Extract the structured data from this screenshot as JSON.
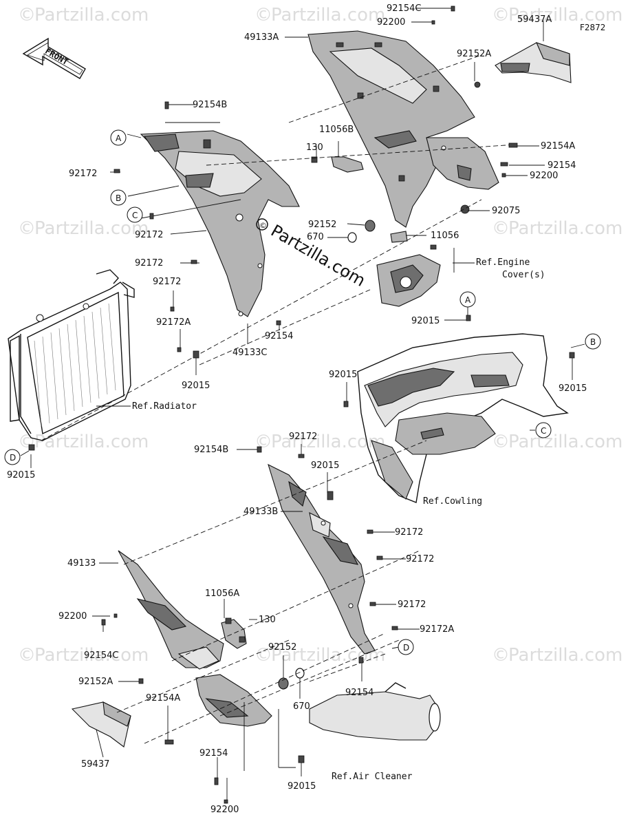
{
  "figure_code": "F2872",
  "front_arrow_label": "FRONT",
  "watermark_brand": "Partzilla.com",
  "watermark_symbol": "©",
  "center_logo": "Partzilla.com",
  "callout_letters": [
    "A",
    "B",
    "C",
    "D"
  ],
  "parts": {
    "p_92154C_top": "92154C",
    "p_92200_top": "92200",
    "p_49133A": "49133A",
    "p_59437A": "59437A",
    "p_92152A_top": "92152A",
    "p_92154B_top": "92154B",
    "p_11056B": "11056B",
    "p_130_top": "130",
    "p_92154A_top": "92154A",
    "p_92154_top": "92154",
    "p_92200_mid": "92200",
    "p_92172_a": "92172",
    "p_92075": "92075",
    "p_92152_top": "92152",
    "p_670_top": "670",
    "p_11056": "11056",
    "p_92172_b": "92172",
    "p_92172_c": "92172",
    "p_92172_d": "92172",
    "p_92172A_top": "92172A",
    "p_92154_mid": "92154",
    "p_49133C": "49133C",
    "p_92015_a": "92015",
    "p_92015_b": "92015",
    "p_92015_c": "92015",
    "p_92015_d": "92015",
    "p_92015_e": "92015",
    "p_92015_f": "92015",
    "p_92015_g": "92015",
    "p_92154B_mid": "92154B",
    "p_92172_e": "92172",
    "p_49133B": "49133B",
    "p_92172_f": "92172",
    "p_92172_g": "92172",
    "p_49133": "49133",
    "p_11056A": "11056A",
    "p_130_bot": "130",
    "p_92172_h": "92172",
    "p_92200_bot": "92200",
    "p_92154C_bot": "92154C",
    "p_92172A_bot": "92172A",
    "p_92152_bot": "92152",
    "p_92152A_bot": "92152A",
    "p_670_bot": "670",
    "p_92154_bot": "92154",
    "p_92154A_bot": "92154A",
    "p_92154_bot2": "92154",
    "p_59437": "59437",
    "p_92200_bot2": "92200"
  },
  "references": {
    "engine_line1": "Ref.Engine",
    "engine_line2": "Cover(s)",
    "radiator": "Ref.Radiator",
    "cowling": "Ref.Cowling",
    "air_cleaner": "Ref.Air Cleaner"
  }
}
